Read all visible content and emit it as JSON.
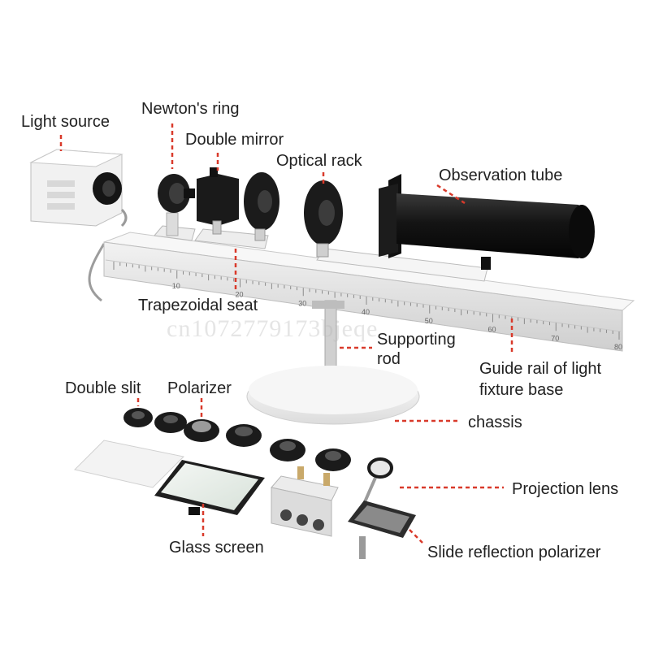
{
  "labels": {
    "light_source": "Light source",
    "newtons_ring": "Newton's ring",
    "double_mirror": "Double mirror",
    "optical_rack": "Optical rack",
    "observation_tube": "Observation tube",
    "trapezoidal_seat": "Trapezoidal seat",
    "supporting_rod_1": "Supporting",
    "supporting_rod_2": "rod",
    "guide_rail_1": "Guide rail of light",
    "guide_rail_2": "fixture base",
    "chassis": "chassis",
    "double_slit": "Double slit",
    "polarizer": "Polarizer",
    "projection_lens": "Projection lens",
    "glass_screen": "Glass screen",
    "slide_reflection_polarizer": "Slide reflection polarizer"
  },
  "scale_ticks": [
    "10",
    "20",
    "30",
    "40",
    "50",
    "60",
    "70",
    "80"
  ],
  "watermark": "cn1072779173bjeqe",
  "colors": {
    "leader_line": "#d93a2b",
    "rail": "#e4e4e4",
    "dark_part": "#1b1b1b"
  }
}
